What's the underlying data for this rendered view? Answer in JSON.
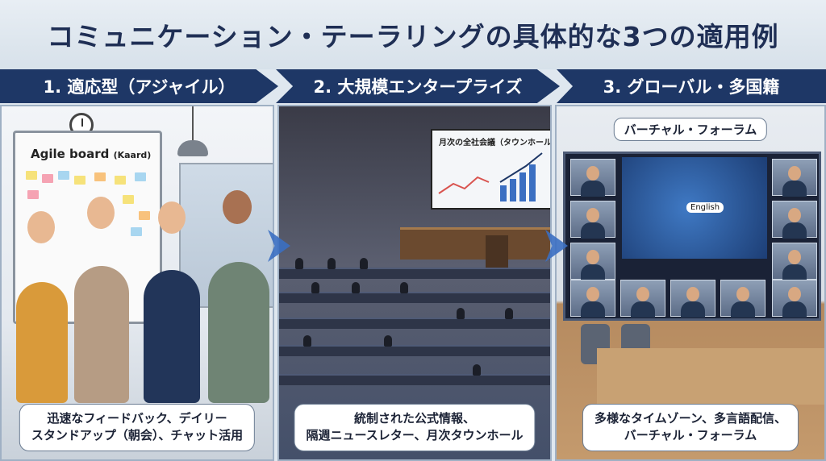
{
  "title": "コミュニケーション・テーラリングの具体的な3つの適用例",
  "sections": [
    {
      "heading": "1. 適応型（アジャイル）",
      "board_label": "Agile board",
      "board_sub": "(Kaard)",
      "caption_line1": "迅速なフィードバック、デイリー",
      "caption_line2": "スタンドアップ（朝会）、チャット活用"
    },
    {
      "heading": "2. 大規模エンタープライズ",
      "screen_title": "月次の全社会議（タウンホール）",
      "caption_line1": "統制された公式情報、",
      "caption_line2": "隔週ニュースレター、月次タウンホール"
    },
    {
      "heading": "3. グローバル・多国籍",
      "virtual_label": "バーチャル・フォーラム",
      "speech_bubble": "English",
      "caption_line1": "多様なタイムゾーン、多言語配信、",
      "caption_line2": "バーチャル・フォーラム"
    }
  ],
  "colors": {
    "banner": "#1e3766",
    "title_text": "#1f2f55",
    "arrow": "#3b6fc2"
  }
}
